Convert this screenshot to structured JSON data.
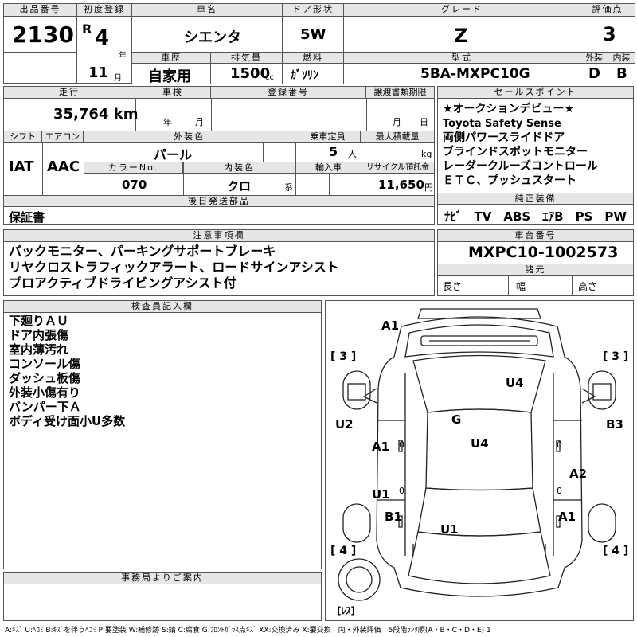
{
  "header": {
    "lot_no_label": "出品番号",
    "lot_no": "2130",
    "first_reg_label": "初度登録",
    "era": "R",
    "year": "4",
    "year_unit": "年",
    "month": "11",
    "month_unit": "月",
    "car_name_label": "車名",
    "car_name": "シエンタ",
    "history_label": "車歴",
    "history": "自家用",
    "displacement_label": "排気量",
    "displacement": "1500",
    "displacement_unit": "cc",
    "door_label": "ドア形状",
    "door": "5W",
    "fuel_label": "燃料",
    "fuel": "ｶﾞｿﾘﾝ",
    "grade_label": "グレード",
    "grade": "Z",
    "model_label": "型式",
    "model": "5BA-MXPC10G",
    "score_label": "評価点",
    "score": "3",
    "ext_label": "外装",
    "ext": "D",
    "int_label": "内装",
    "int": "B"
  },
  "spec": {
    "mileage_label": "走行",
    "mileage": "35,764 km",
    "inspection_label": "車検",
    "inspection_year": "年",
    "inspection_month": "月",
    "reg_no_label": "登録番号",
    "transfer_label": "譲渡書類期限",
    "transfer_month": "月",
    "transfer_day": "日",
    "shift_label": "シフト",
    "shift": "IAT",
    "ac_label": "エアコン",
    "ac": "AAC",
    "color_label": "外装色",
    "color": "パール",
    "capacity_label": "乗車定員",
    "capacity": "5",
    "capacity_unit": "人",
    "loadcap_label": "最大積載量",
    "loadcap_unit": "kg",
    "color_no_label": "カラーNo.",
    "color_no": "070",
    "int_color_label": "内装色",
    "int_color": "クロ",
    "int_color_unit": "系",
    "import_label": "輸入車",
    "recycle_label": "リサイクル預託金",
    "recycle": "11,650",
    "recycle_unit": "円",
    "later_label": "後日発送部品",
    "later": "保証書"
  },
  "sales_points": {
    "label": "セールスポイント",
    "items": [
      "★オークションデビュー★",
      "Toyota Safety Sense",
      "両側パワースライドドア",
      "ブラインドスポットモニター",
      "レーダークルーズコントロール",
      "ＥＴＣ、プッシュスタート"
    ],
    "equip_label": "純正装備",
    "equip": "ﾅﾋﾞ　TV　ABS　ｴｱB　PS　PW"
  },
  "notes": {
    "label": "注意事項欄",
    "lines": [
      "バックモニター、パーキングサポートブレーキ",
      "リヤクロストラフィックアラート、ロードサインアシスト",
      "プロアクティブドライビングアシスト付"
    ]
  },
  "chassis": {
    "label": "車台番号",
    "number": "MXPC10-1002573",
    "dims_label": "諸元",
    "length": "長さ",
    "width": "幅",
    "height": "高さ"
  },
  "inspector": {
    "label": "検査員記入欄",
    "lines": [
      "下廻りＡＵ",
      "ドア内張傷",
      "室内薄汚れ",
      "コンソール傷",
      "ダッシュ板傷",
      "外装小傷有り",
      "バンパー下Ａ",
      "ボディ受け面小U多数"
    ]
  },
  "diagram": {
    "tire_fl": "3",
    "tire_fr": "3",
    "tire_rl": "4",
    "tire_rr": "4",
    "spare": "ﾚｽ",
    "marks": [
      "A1",
      "U4",
      "U2",
      "B3",
      "G",
      "A1",
      "U4",
      "A2",
      "U1",
      "B1",
      "A1",
      "U1"
    ],
    "small": [
      "0",
      "0",
      "0",
      "0"
    ]
  },
  "office": {
    "label": "事務局よりご案内"
  },
  "legend": "A:ｷｽﾞ U:ﾍｺﾐ B:ｷｽﾞを伴うﾍｺﾐ P:要塗装 W:補修跡 S:錆 C:腐食 G:ﾌﾛﾝﾄｶﾞﾗｽ点ｷｽﾞ XX:交換済み X:要交換　内・外装評価　5段階ﾗﾝｸ順(A・B・C・D・E) 1"
}
